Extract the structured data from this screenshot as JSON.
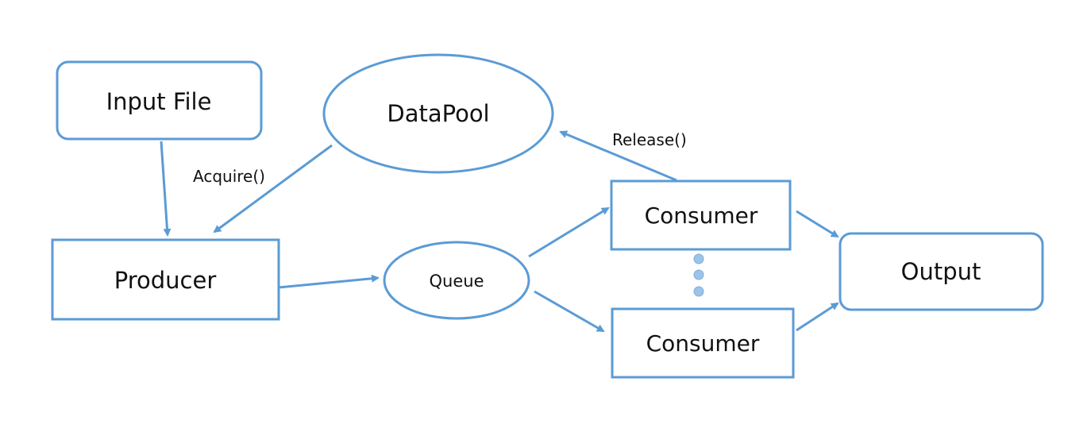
{
  "colors": {
    "stroke": "#5b9bd5",
    "fill": "#ffffff",
    "text": "#111111",
    "dots": "#9dc3e6"
  },
  "nodes": {
    "input_file": "Input File",
    "datapool": "DataPool",
    "producer": "Producer",
    "queue": "Queue",
    "consumer_top": "Consumer",
    "consumer_bottom": "Consumer",
    "output": "Output"
  },
  "edges": {
    "acquire": "Acquire()",
    "release": "Release()"
  }
}
